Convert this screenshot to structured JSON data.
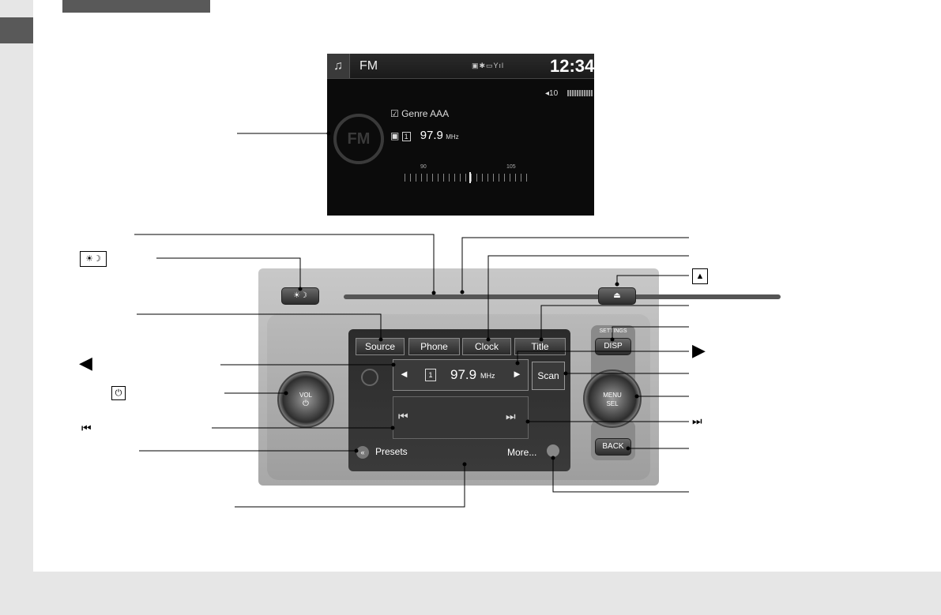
{
  "screen": {
    "header_icon": "♫",
    "source": "FM",
    "status_icons": "▣✱▭Yıl",
    "time": "12:34",
    "volume": "◂10",
    "genre": "Genre AAA",
    "preset_badge": "1",
    "frequency": "97.9",
    "frequency_unit": "MHz",
    "scale_low": "90",
    "scale_high": "105",
    "fm_logo": "FM"
  },
  "unit": {
    "day_night_button": "☀☽",
    "eject_button": "⏏",
    "source_button": "Source",
    "phone_button": "Phone",
    "clock_button": "Clock",
    "title_button": "Title",
    "settings_label": "SETTINGS",
    "disp_button": "DISP",
    "tune_left": "◄",
    "preset_number": "1",
    "tuned_frequency": "97.9",
    "tuned_unit": "MHz",
    "tune_right": "►",
    "scan_button": "Scan",
    "vol_label": "VOL",
    "vol_power": "⏻",
    "menu_label": "MENU",
    "sel_label": "SEL",
    "seek_down": "⏮",
    "seek_up": "⏭",
    "back_button": "BACK",
    "presets_label": "Presets",
    "more_label": "More..."
  },
  "callouts": {
    "day_night_glyph": "☀☽",
    "tune_left_glyph": "◀",
    "power_glyph": "⏻",
    "seek_down_glyph": "⏮",
    "eject_glyph": "▲",
    "tune_right_glyph": "▶",
    "seek_up_glyph": "⏭"
  }
}
